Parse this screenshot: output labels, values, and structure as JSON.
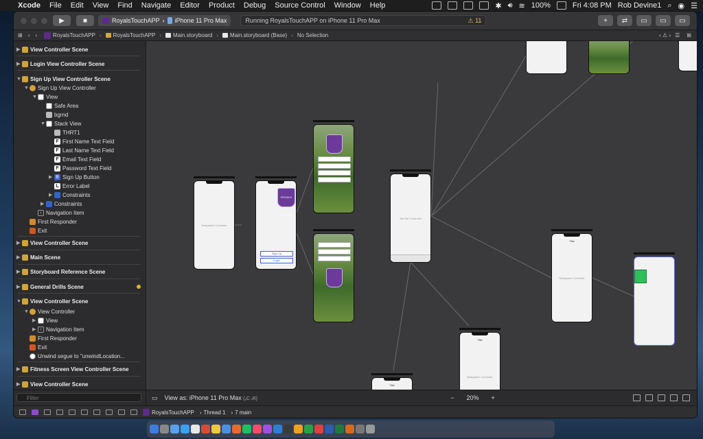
{
  "menubar": {
    "app": "Xcode",
    "items": [
      "File",
      "Edit",
      "View",
      "Find",
      "Navigate",
      "Editor",
      "Product",
      "Debug",
      "Source Control",
      "Window",
      "Help"
    ],
    "battery": "100%",
    "clock": "Fri 4:08 PM",
    "user": "Rob Devine1"
  },
  "toolbar": {
    "scheme": "RoyalsTouchAPP",
    "device": "iPhone 11 Pro Max",
    "activity": "Running RoyalsTouchAPP on iPhone 11 Pro Max",
    "warnings": "11"
  },
  "jumpbar": {
    "crumbs": [
      "RoyalsTouchAPP",
      "RoyalsTouchAPP",
      "Main.storyboard",
      "Main.storyboard (Base)",
      "No Selection"
    ]
  },
  "navigator": {
    "rows": [
      "View Controller Scene",
      "Login View Controller Scene",
      "Sign Up View Controller Scene",
      "Sign Up View Controller",
      "View",
      "Safe Area",
      "bgrnd",
      "Stack View",
      "THRT1",
      "First Name Text Field",
      "Last Name Text Field",
      "Email Text Field",
      "Password Text Field",
      "Sign Up Button",
      "Error Label",
      "Constraints",
      "Constraints",
      "Navigation Item",
      "First Responder",
      "Exit",
      "View Controller Scene",
      "Main Scene",
      "Storyboard Reference Scene",
      "General Drills Scene",
      "View Controller Scene",
      "View Controller",
      "View",
      "Navigation Item",
      "First Responder",
      "Exit",
      "Unwind segue to \"unwindLocation...",
      "Fitness Screen View Controller Scene",
      "View Controller Scene"
    ],
    "filter_placeholder": "Filter"
  },
  "canvas": {
    "nav_controller_label": "Navigation Controller",
    "tab_bar_label": "Tab Bar Controller",
    "nav_controller_label_2": "Navigation Controller",
    "nav_controller_label_3": "Navigation Controller",
    "title_label": "Title",
    "signup_btn": "Sign Up",
    "login_btn": "Login",
    "logo_text": "ROYALS TOUCH"
  },
  "footer": {
    "view_as": "View as: iPhone 11 Pro Max",
    "view_as_suffix": "(ₓC ᵣR)",
    "zoom": "20%",
    "zoom_out": "−",
    "zoom_in": "+"
  },
  "debugbar": {
    "app": "RoyalsTouchAPP",
    "thread": "Thread 1",
    "queue": "7 main"
  },
  "colors": {
    "accent": "#8b4cc9",
    "warning": "#f2c34b",
    "logo_purple": "#6b3a9b",
    "green_view": "#2fbf5a"
  }
}
